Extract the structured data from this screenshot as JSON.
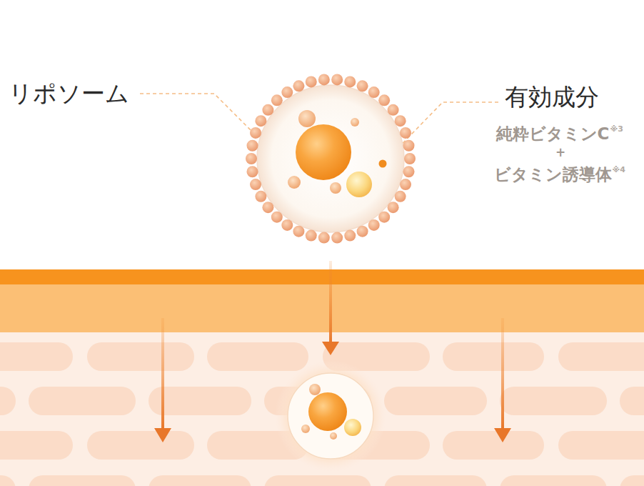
{
  "diagram": {
    "labels": [
      "リポソーム",
      "有効成分",
      "純粋ビタミンC",
      "※3",
      "+",
      "ビタミン誘導体",
      "※4"
    ]
  }
}
